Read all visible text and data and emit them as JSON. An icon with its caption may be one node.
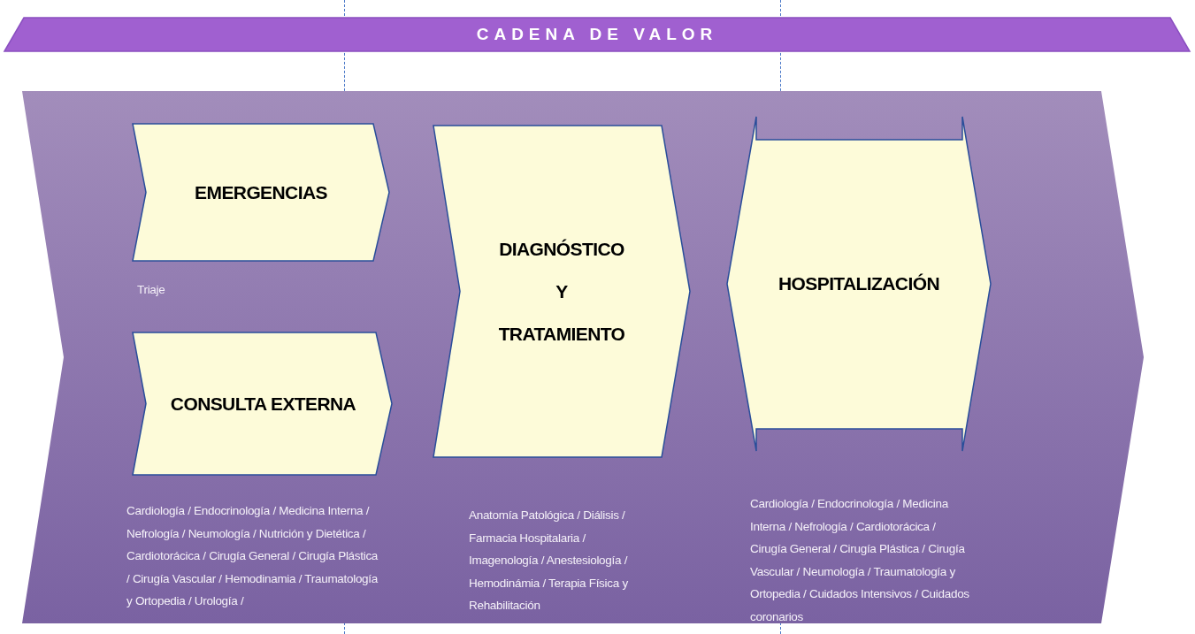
{
  "diagram": {
    "nodes": [
      {
        "text": [
          "CADENA DE VALOR"
        ]
      },
      {
        "text": [],
        "shape": "chevron"
      },
      {
        "text": [
          "EMERGENCIAS"
        ],
        "in": 1,
        "beside": [
          "Triaje"
        ]
      },
      {
        "text": [
          "CONSULTA EXTERNA"
        ],
        "in": 1,
        "beside": [
          "Cardiología / Endocrinología / Medicina Interna / Nefrología / Neumología / Nutrición y Dietética / Cardiotorácica / Cirugía General / Cirugía Plástica / Cirugía Vascular / Hemodinamia / Traumatología y Ortopedia / Urología /"
        ]
      },
      {
        "text": [
          "DIAGNÓSTICO Y TRATAMIENTO"
        ],
        "in": 1
      },
      {
        "text": [
          "HOSPITALIZACIÓN"
        ],
        "in": 1
      }
    ],
    "labels": [
      "Anatomía Patológica / Diálisis / Farmacia Hospitalaria / Imagenología / Anestesiología / Hemodinámia / Terapia Física y Rehabilitación",
      "Cardiología / Endocrinología / Medicina Interna / Nefrología / Cardiotorácica / Cirugía General / Cirugía Plástica / Cirugía Vascular / Neumología / Traumatología y Ortopedia / Cuidados Intensivos / Cuidados coronarios"
    ],
    "edges": []
  }
}
